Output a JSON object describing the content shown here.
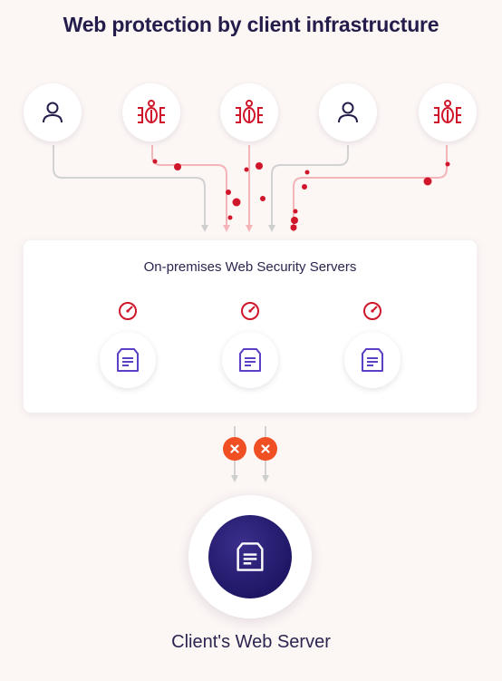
{
  "title": "Web protection by client infrastructure",
  "sources": [
    {
      "kind": "user",
      "icon": "user-icon"
    },
    {
      "kind": "bot",
      "icon": "bug-icon"
    },
    {
      "kind": "bot",
      "icon": "bug-icon"
    },
    {
      "kind": "user",
      "icon": "user-icon"
    },
    {
      "kind": "bot",
      "icon": "bug-icon"
    }
  ],
  "security_panel": {
    "title": "On-premises Web Security Servers",
    "servers": [
      {
        "icon": "server-icon",
        "badge_icon": "gauge-icon"
      },
      {
        "icon": "server-icon",
        "badge_icon": "gauge-icon"
      },
      {
        "icon": "server-icon",
        "badge_icon": "gauge-icon"
      }
    ]
  },
  "blocked_links": [
    {
      "icon": "close-icon"
    },
    {
      "icon": "close-icon"
    }
  ],
  "client": {
    "label": "Client's Web Server",
    "icon": "server-icon"
  },
  "colors": {
    "background": "#fcf6f5",
    "navy": "#241c4a",
    "bot_red": "#d0162a",
    "server_purple": "#5b3fc4",
    "block_orange": "#f04e23",
    "clean_flow": "#cfcfcf",
    "bot_flow": "#f3b5b8"
  }
}
